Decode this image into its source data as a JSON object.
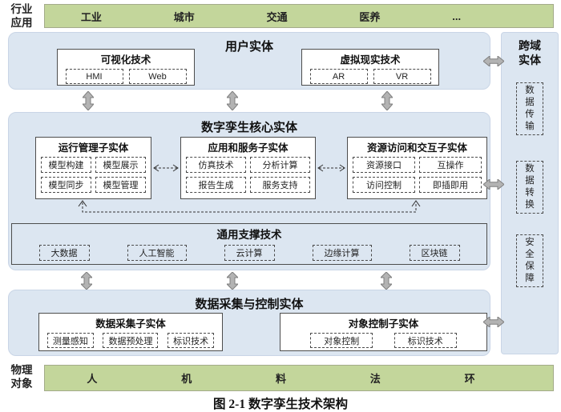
{
  "industry_band": {
    "label_line1": "行业",
    "label_line2": "应用",
    "items": [
      "工业",
      "城市",
      "交通",
      "医养",
      "..."
    ]
  },
  "user_entity": {
    "title": "用户实体",
    "viz": {
      "title": "可视化技术",
      "chips": [
        "HMI",
        "Web"
      ]
    },
    "vr": {
      "title": "虚拟现实技术",
      "chips": [
        "AR",
        "VR"
      ]
    }
  },
  "core_entity": {
    "title": "数字孪生核心实体",
    "subs": [
      {
        "title": "运行管理子实体",
        "chips": [
          "模型构建",
          "模型展示",
          "模型同步",
          "模型管理"
        ]
      },
      {
        "title": "应用和服务子实体",
        "chips": [
          "仿真技术",
          "分析计算",
          "报告生成",
          "服务支持"
        ]
      },
      {
        "title": "资源访问和交互子实体",
        "chips": [
          "资源接口",
          "互操作",
          "访问控制",
          "即插即用"
        ]
      }
    ],
    "support": {
      "title": "通用支撑技术",
      "chips": [
        "大数据",
        "人工智能",
        "云计算",
        "边缘计算",
        "区块链"
      ]
    }
  },
  "acquisition_entity": {
    "title": "数据采集与控制实体",
    "subs": [
      {
        "title": "数据采集子实体",
        "chips": [
          "测量感知",
          "数据预处理",
          "标识技术"
        ]
      },
      {
        "title": "对象控制子实体",
        "chips": [
          "对象控制",
          "标识技术"
        ]
      }
    ]
  },
  "cross_domain": {
    "title_line1": "跨域",
    "title_line2": "实体",
    "chips": [
      "数据传输",
      "数据转换",
      "安全保障"
    ]
  },
  "physical_band": {
    "label_line1": "物理",
    "label_line2": "对象",
    "items": [
      "人",
      "机",
      "料",
      "法",
      "环"
    ]
  },
  "caption": "图 2-1  数字孪生技术架构",
  "colors": {
    "band_green": "#c3d69b",
    "panel_blue": "#dce6f1",
    "box_border": "#4d4d4d",
    "arrow_fill": "#b3b3b3",
    "arrow_stroke": "#7f7f7f"
  }
}
